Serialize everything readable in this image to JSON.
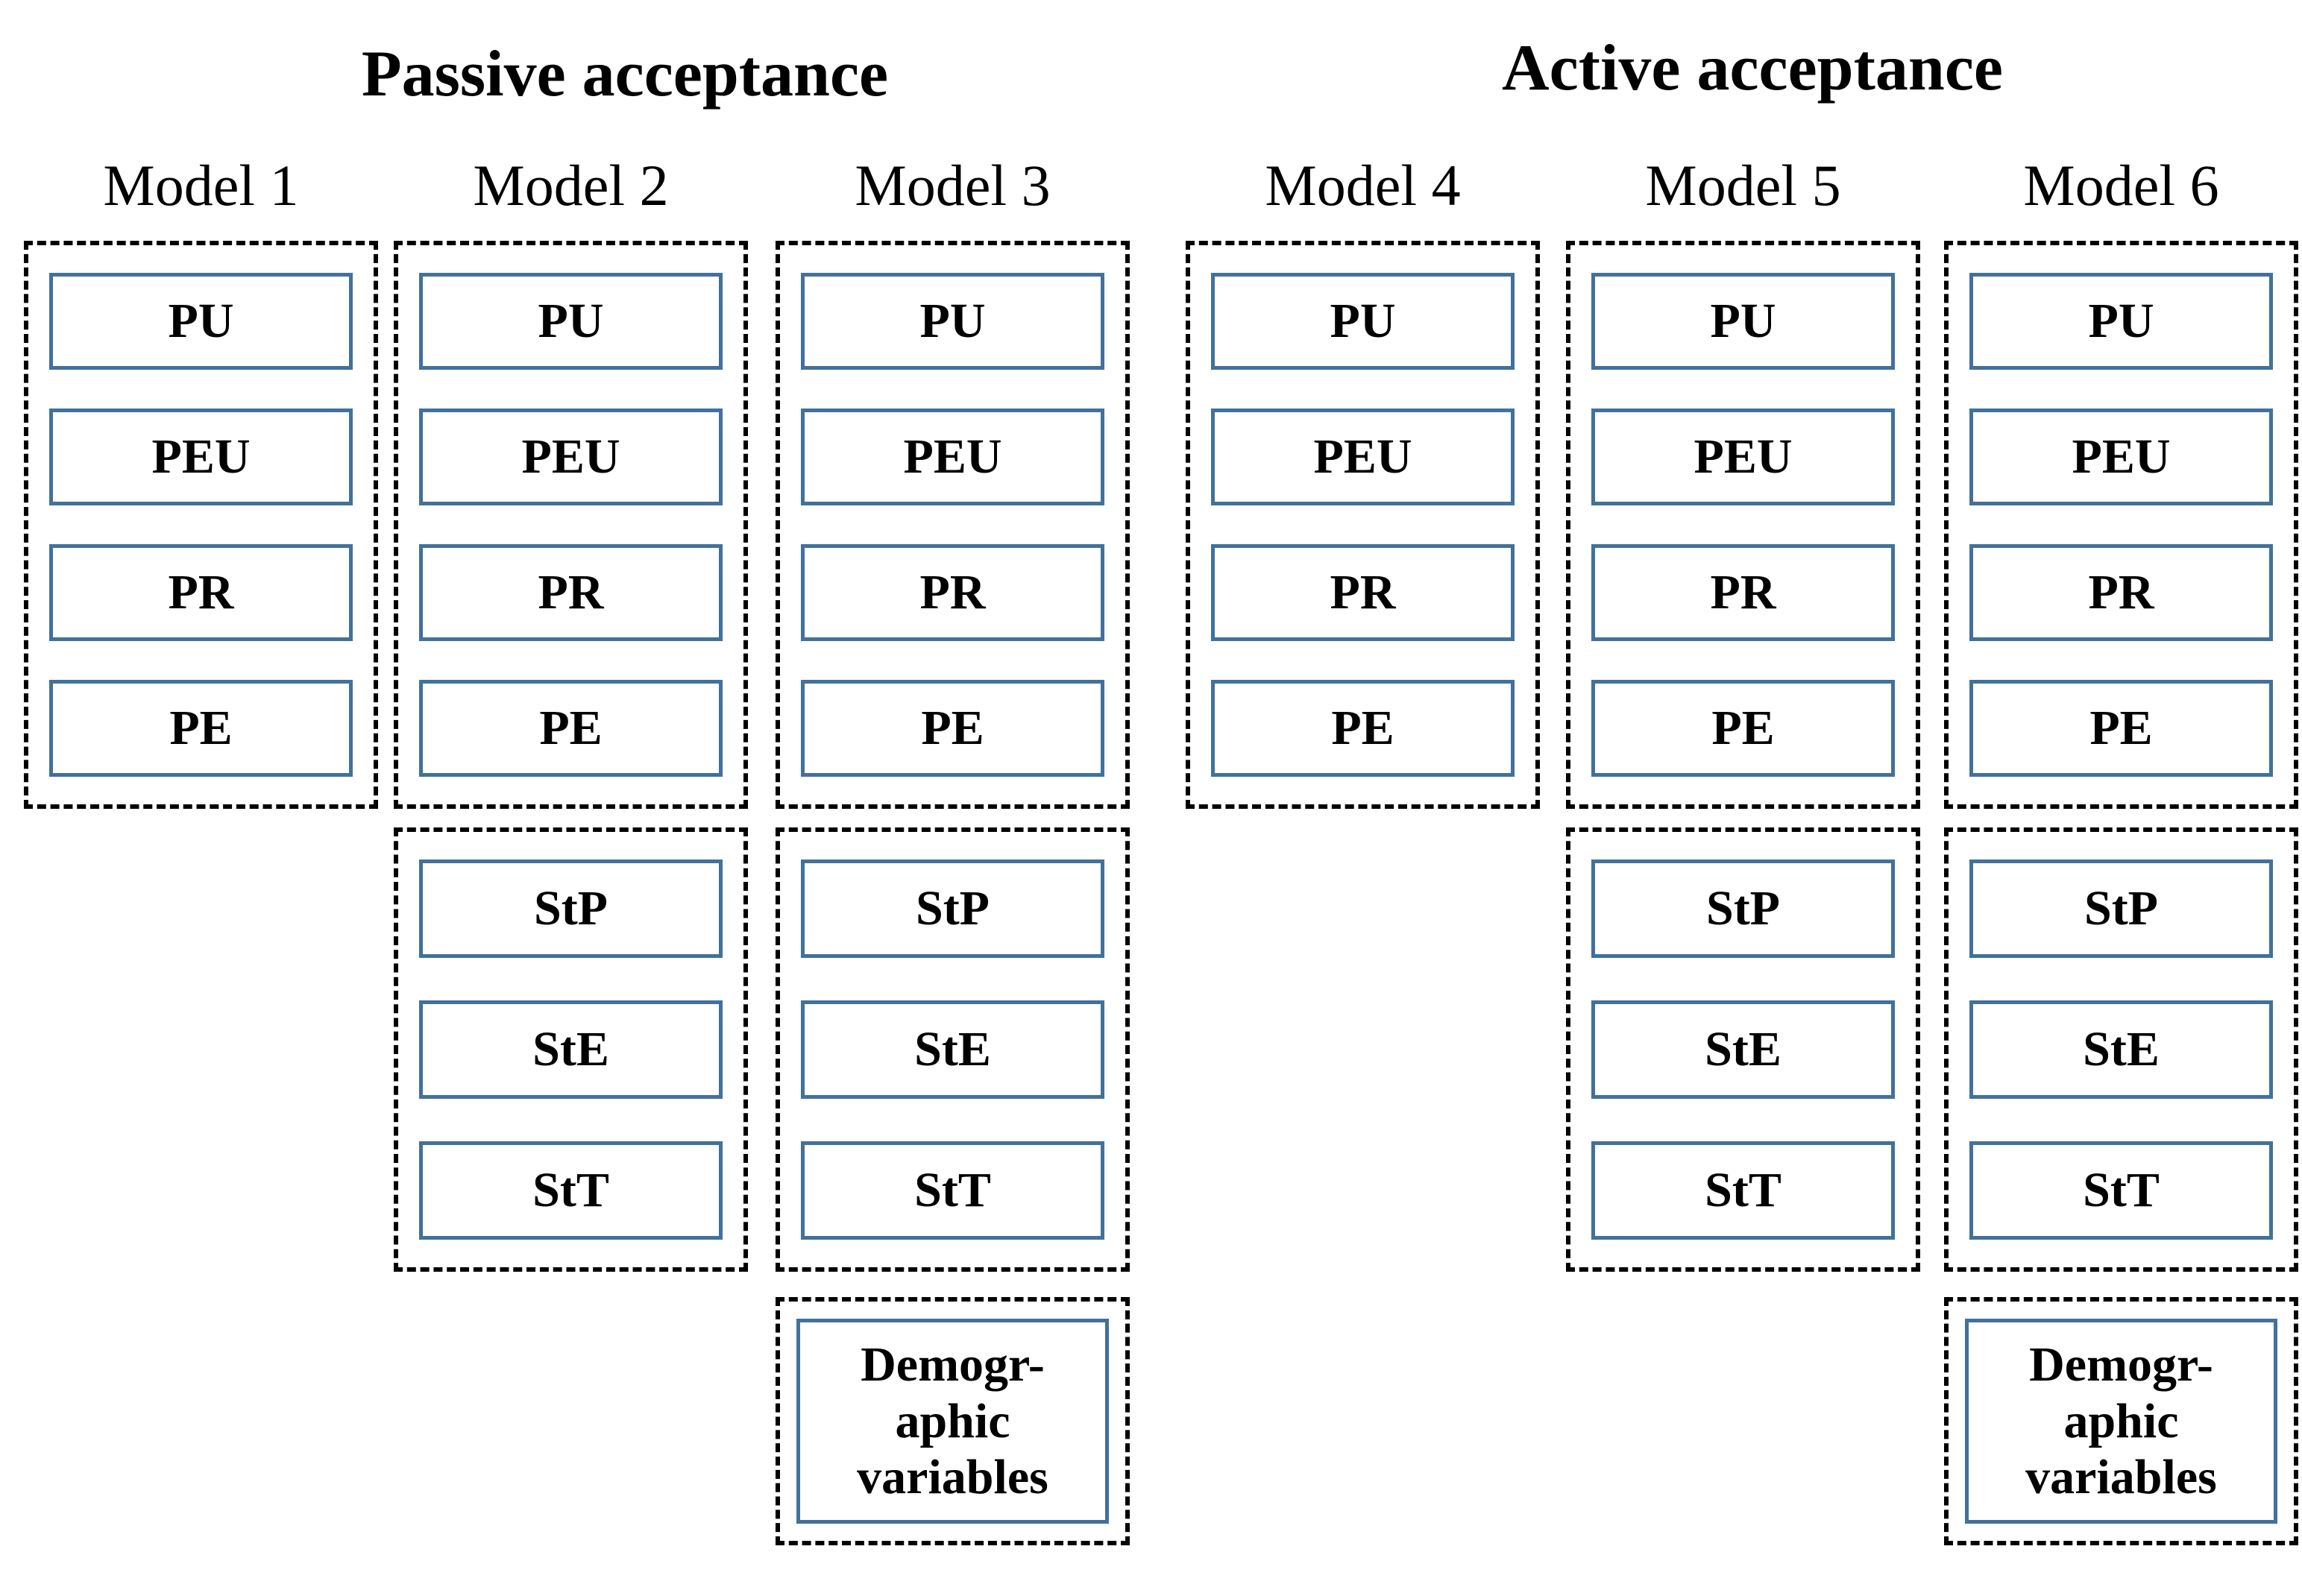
{
  "sections": {
    "passive": {
      "title": "Passive acceptance"
    },
    "active": {
      "title": "Active acceptance"
    }
  },
  "models": [
    {
      "label": "Model 1",
      "core": [
        "PU",
        "PEU",
        "PR",
        "PE"
      ]
    },
    {
      "label": "Model 2",
      "core": [
        "PU",
        "PEU",
        "PR",
        "PE"
      ],
      "stress": [
        "StP",
        "StE",
        "StT"
      ]
    },
    {
      "label": "Model 3",
      "core": [
        "PU",
        "PEU",
        "PR",
        "PE"
      ],
      "stress": [
        "StP",
        "StE",
        "StT"
      ],
      "demographic": "Demogr-\naphic\nvariables"
    },
    {
      "label": "Model 4",
      "core": [
        "PU",
        "PEU",
        "PR",
        "PE"
      ]
    },
    {
      "label": "Model 5",
      "core": [
        "PU",
        "PEU",
        "PR",
        "PE"
      ],
      "stress": [
        "StP",
        "StE",
        "StT"
      ]
    },
    {
      "label": "Model 6",
      "core": [
        "PU",
        "PEU",
        "PR",
        "PE"
      ],
      "stress": [
        "StP",
        "StE",
        "StT"
      ],
      "demographic": "Demogr-\naphic\nvariables"
    }
  ],
  "colors": {
    "construct_border": "#41719C",
    "group_border": "#000000",
    "text": "#000000",
    "background": "#FFFFFF"
  }
}
